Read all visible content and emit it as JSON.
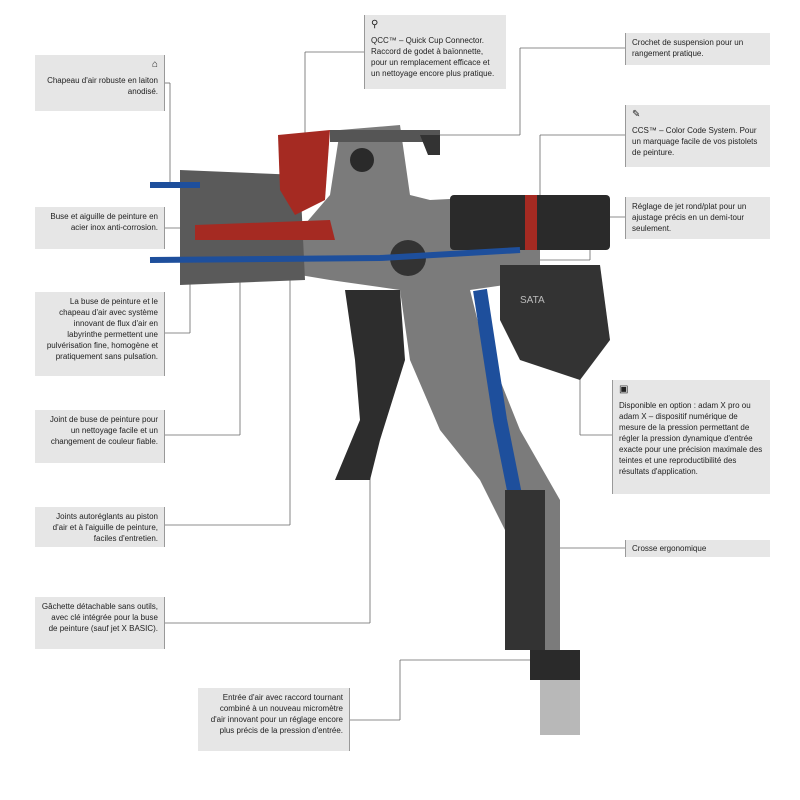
{
  "callouts": {
    "air_cap": "Chapeau d'air robuste en laiton anodisé.",
    "nozzle_needle": "Buse et aiguille de peinture en acier inox anti-corrosion.",
    "labyrinth": "La buse de peinture et le chapeau d'air avec système innovant de flux d'air en labyrinthe permettent une pulvérisation fine, homogène et pratiquement sans pulsation.",
    "nozzle_seal": "Joint de buse de peinture pour un nettoyage facile et un changement de couleur fiable.",
    "self_adjusting": "Joints autoréglants au piston d'air et à l'aiguille de peinture, faciles d'entretien.",
    "trigger": "Gâchette détachable sans outils, avec clé intégrée pour la buse de peinture (sauf jet X BASIC).",
    "air_inlet": "Entrée d'air avec raccord tournant combiné à un nouveau micromètre d'air innovant pour un réglage encore plus précis de la pression d'entrée.",
    "qcc": "QCC™ – Quick Cup Connector. Raccord de godet à baïonnette, pour un remplacement efficace et un nettoyage encore plus pratique.",
    "hook": "Crochet de suspension pour un rangement pratique.",
    "ccs": "CCS™ – Color Code System. Pour un marquage facile de vos pistolets de peinture.",
    "round_flat": "Réglage de jet rond/plat pour un ajustage précis en un demi-tour seulement.",
    "adam": "Disponible en option : adam X pro ou adam X – dispositif numérique de mesure de la pression permettant de régler la pression dynamique d'entrée exacte pour une précision maximale des teintes et une reproductibilité des résultats d'application.",
    "grip": "Crosse ergonomique"
  },
  "brand_on_gun": "SATA",
  "colors": {
    "box": "#e6e6e6",
    "gun_body": "#7b7b7b",
    "red": "#a52a22",
    "blue": "#1e4f9c",
    "dark": "#2a2a2a"
  }
}
